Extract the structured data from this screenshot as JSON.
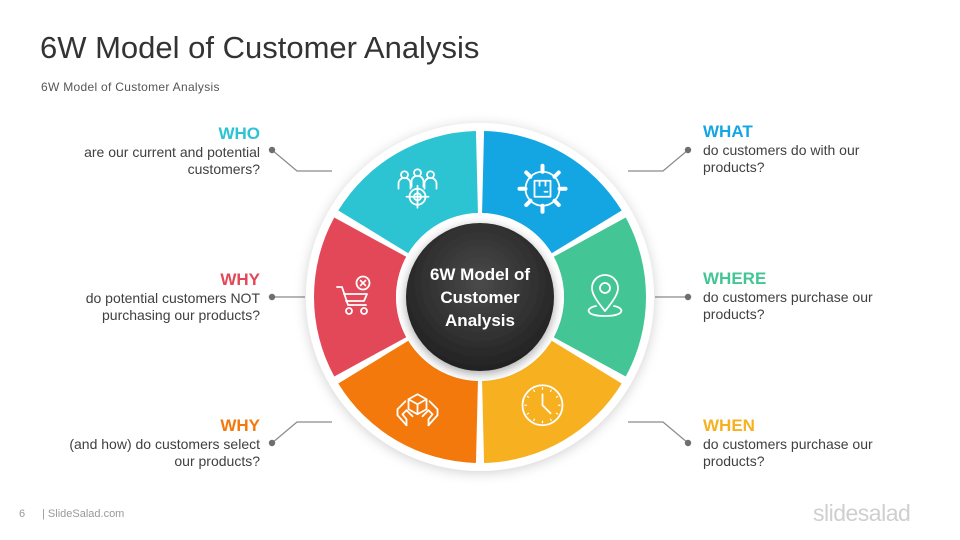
{
  "title": "6W Model of Customer Analysis",
  "subtitle": "6W Model of Customer Analysis",
  "center": {
    "lines": [
      "6W Model of",
      "Customer",
      "Analysis"
    ]
  },
  "segments": [
    {
      "id": "what",
      "heading": "WHAT",
      "text": "do customers do with our\nproducts?",
      "color": "#14a6e3",
      "icon": "gear-box-icon"
    },
    {
      "id": "where",
      "heading": "WHERE",
      "text": "do customers purchase our\nproducts?",
      "color": "#43c596",
      "icon": "map-pin-icon"
    },
    {
      "id": "when",
      "heading": "WHEN",
      "text": "do customers purchase our\nproducts?",
      "color": "#f7b120",
      "icon": "clock-icon"
    },
    {
      "id": "why2",
      "heading": "WHY",
      "text": "(and how) do customers select\nour products?",
      "color": "#f4790c",
      "icon": "hands-box-icon"
    },
    {
      "id": "why1",
      "heading": "WHY",
      "text": "do potential customers NOT\npurchasing our products?",
      "color": "#e34858",
      "icon": "cart-cancel-icon"
    },
    {
      "id": "who",
      "heading": "WHO",
      "text": "are our current and potential\ncustomers?",
      "color": "#2cc3d3",
      "icon": "target-group-icon"
    }
  ],
  "footer": {
    "page_number": "6",
    "site": "| SlideSalad.com",
    "brand": "slidesalad"
  }
}
